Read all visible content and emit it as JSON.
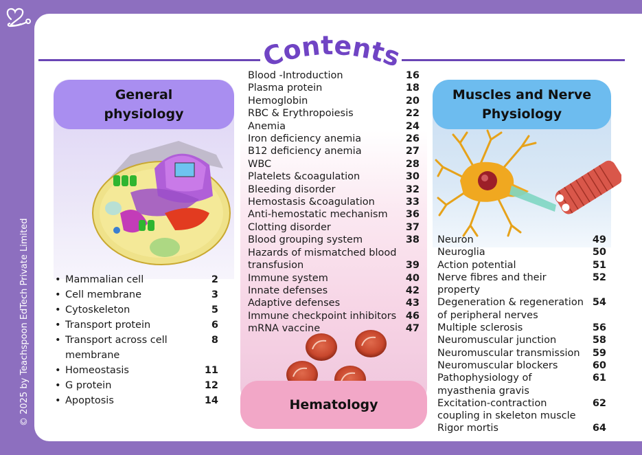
{
  "brand": {
    "logo_icon": "heart-stethoscope-icon",
    "copyright": "© 2025 by Teachspoon EdTech Private Limited",
    "accent_color": "#8d6fbf",
    "rule_color": "#6a45b5"
  },
  "header": {
    "title": "Contents"
  },
  "sections": {
    "general": {
      "title_line1": "General",
      "title_line2": "physiology",
      "color": "#a98ef0",
      "illustration": "mammalian-cell-illustration",
      "items": [
        {
          "label": "Mammalian  cell",
          "page": "2"
        },
        {
          "label": "Cell membrane",
          "page": "3"
        },
        {
          "label": "Cytoskeleton",
          "page": "5"
        },
        {
          "label": "Transport protein",
          "page": "6"
        },
        {
          "label": "Transport across cell membrane",
          "page": "8"
        },
        {
          "label": "Homeostasis",
          "page": "11"
        },
        {
          "label": "G protein",
          "page": "12"
        },
        {
          "label": "Apoptosis",
          "page": "14"
        }
      ]
    },
    "hematology": {
      "title": "Hematology",
      "color": "#f2a7c7",
      "illustration": "red-blood-cells-illustration",
      "items": [
        {
          "label": "Blood -Introduction",
          "page": "16"
        },
        {
          "label": "Plasma protein",
          "page": "18"
        },
        {
          "label": "Hemoglobin",
          "page": "20"
        },
        {
          "label": "RBC & Erythropoiesis",
          "page": "22"
        },
        {
          "label": "Anemia",
          "page": "24"
        },
        {
          "label": "Iron deficiency anemia",
          "page": "26"
        },
        {
          "label": "B12 deficiency anemia",
          "page": "27"
        },
        {
          "label": "WBC",
          "page": "28"
        },
        {
          "label": "Platelets &coagulation",
          "page": "30"
        },
        {
          "label": "Bleeding disorder",
          "page": "32"
        },
        {
          "label": "Hemostasis &coagulation",
          "page": "33"
        },
        {
          "label": "Anti-hemostatic mechanism",
          "page": "36"
        },
        {
          "label": "Clotting disorder",
          "page": "37"
        },
        {
          "label": "Blood grouping system",
          "page": "38"
        },
        {
          "label": "Hazards of mismatched blood transfusion",
          "page": "39"
        },
        {
          "label": "Immune system",
          "page": "40"
        },
        {
          "label": "Innate defenses",
          "page": "42"
        },
        {
          "label": "Adaptive defenses",
          "page": "43"
        },
        {
          "label": "Immune checkpoint inhibitors",
          "page": "46"
        },
        {
          "label": "mRNA vaccine",
          "page": "47"
        }
      ]
    },
    "muscle": {
      "title_line1": "Muscles and Nerve",
      "title_line2": "Physiology",
      "color": "#6dbcef",
      "illustration": "neuron-muscle-illustration",
      "items": [
        {
          "label": "Neuron",
          "page": "49"
        },
        {
          "label": "Neuroglia",
          "page": "50"
        },
        {
          "label": "Action potential",
          "page": "51"
        },
        {
          "label": "Nerve fibres and their property",
          "page": "52"
        },
        {
          "label": "Degeneration & regeneration of peripheral nerves",
          "page": "54"
        },
        {
          "label": "Multiple sclerosis",
          "page": "56"
        },
        {
          "label": "Neuromuscular junction",
          "page": "58"
        },
        {
          "label": "Neuromuscular transmission",
          "page": "59"
        },
        {
          "label": "Neuromuscular blockers",
          "page": "60"
        },
        {
          "label": "Pathophysiology of myasthenia gravis",
          "page": "61"
        },
        {
          "label": "Excitation-contraction coupling in skeleton muscle",
          "page": "62"
        },
        {
          "label": "Rigor mortis",
          "page": "64"
        }
      ]
    }
  }
}
